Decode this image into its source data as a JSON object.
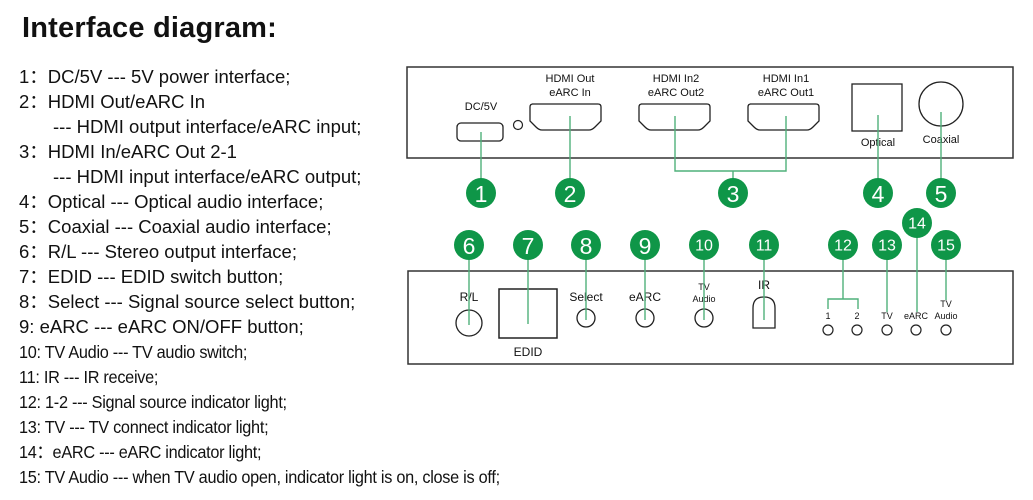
{
  "title": "Interface diagram:",
  "legend": [
    {
      "num": "1",
      "text": "1：DC/5V --- 5V power interface;"
    },
    {
      "num": "2",
      "text": "2：HDMI Out/eARC In"
    },
    {
      "num": "2c",
      "text": "--- HDMI output interface/eARC input;"
    },
    {
      "num": "3",
      "text": "3：HDMI In/eARC Out 2-1"
    },
    {
      "num": "3c",
      "text": "--- HDMI input interface/eARC output;"
    },
    {
      "num": "4",
      "text": "4：Optical --- Optical audio interface;"
    },
    {
      "num": "5",
      "text": "5：Coaxial --- Coaxial audio interface;"
    },
    {
      "num": "6",
      "text": "6：R/L --- Stereo output interface;"
    },
    {
      "num": "7",
      "text": "7：EDID --- EDID switch button;"
    },
    {
      "num": "8",
      "text": "8：Select --- Signal source select button;"
    },
    {
      "num": "9",
      "text": "9:  eARC --- eARC ON/OFF button;"
    },
    {
      "num": "10",
      "text": "10:  TV Audio --- TV audio switch;"
    },
    {
      "num": "11",
      "text": "11:  IR --- IR receive;"
    },
    {
      "num": "12",
      "text": "12:  1-2 --- Signal source indicator light;"
    },
    {
      "num": "13",
      "text": "13:  TV --- TV connect indicator light;"
    },
    {
      "num": "14",
      "text": "14：eARC --- eARC indicator light;"
    },
    {
      "num": "15",
      "text": "15:  TV Audio --- when TV audio open, indicator light is on, close is off;"
    }
  ],
  "rear_panel": {
    "dc_label": "DC/5V",
    "hdmi_out_label_1": "HDMI Out",
    "hdmi_out_label_2": "eARC In",
    "hdmi_in2_label_1": "HDMI In2",
    "hdmi_in2_label_2": "eARC Out2",
    "hdmi_in1_label_1": "HDMI In1",
    "hdmi_in1_label_2": "eARC Out1",
    "optical_label": "Optical",
    "coaxial_label": "Coaxial"
  },
  "front_panel": {
    "rl_label": "R/L",
    "edid_label": "EDID",
    "select_label": "Select",
    "earc_label": "eARC",
    "tv_audio_label_1": "TV",
    "tv_audio_label_2": "Audio",
    "ir_label": "IR",
    "led_1_label": "1",
    "led_2_label": "2",
    "led_tv_label": "TV",
    "led_earc_label": "eARC",
    "led_tvaudio_label_1": "TV",
    "led_tvaudio_label_2": "Audio"
  },
  "badges": [
    "1",
    "2",
    "3",
    "4",
    "5",
    "6",
    "7",
    "8",
    "9",
    "10",
    "11",
    "12",
    "13",
    "14",
    "15"
  ],
  "colors": {
    "badge_fill": "#0f9648",
    "leader_line": "#4fb07a",
    "outline": "#222222"
  }
}
